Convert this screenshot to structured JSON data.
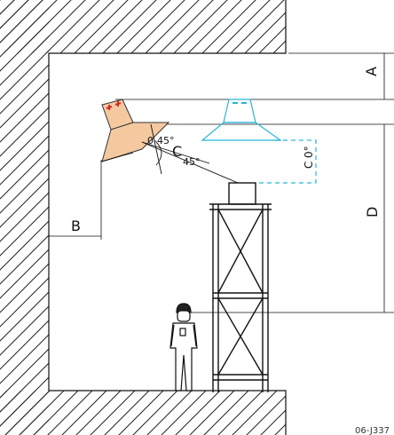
{
  "labels": {
    "a": "A",
    "b": "B",
    "c": "C",
    "d": "D",
    "tilt_range": "0-45°",
    "tilt_angle": "45°",
    "rotated_angle": "0°",
    "rotated_prefix": "C"
  },
  "figure_code": "06-J337",
  "colors": {
    "wall_line": "#111111",
    "tilted_lamp_fill": "#f5c9a0",
    "lamp_outline": "#333333",
    "lamp_marks": "#d22b2b",
    "straight_lamp": "#29b6d6"
  },
  "icons": {
    "worker": "worker-with-helmet-icon",
    "scaffold": "scaffold-tower-icon"
  }
}
